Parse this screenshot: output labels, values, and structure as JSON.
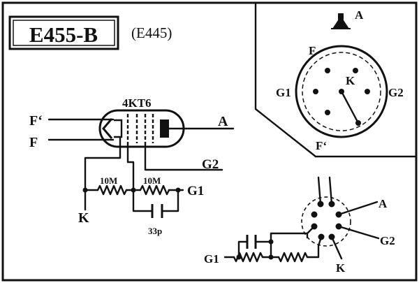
{
  "title": "E455-B",
  "subtitle": "(E445)",
  "tube": {
    "type": "4KT6",
    "pins": {
      "f_prime": "F‘",
      "f": "F",
      "anode": "A",
      "g2": "G2",
      "g1": "G1",
      "cathode": "K"
    }
  },
  "components": {
    "resistor_1": "10M",
    "resistor_2": "10M",
    "capacitor": "33p"
  },
  "base_view": {
    "anode": "A",
    "f": "F",
    "k": "K",
    "g1": "G1",
    "g2": "G2",
    "f_prime": "F‘"
  },
  "socket_view": {
    "anode": "A",
    "g2": "G2",
    "g1": "G1",
    "k": "K"
  }
}
